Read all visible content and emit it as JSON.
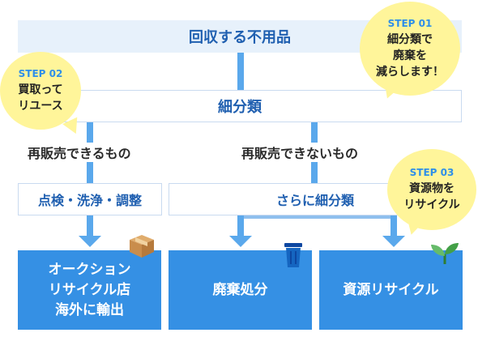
{
  "header": {
    "title": "回収する不用品"
  },
  "sort_bar": {
    "label": "細分類"
  },
  "branch_resale": {
    "label": "再販売できるもの"
  },
  "branch_not_resale": {
    "label": "再販売できないもの"
  },
  "step_resale": {
    "label": "点検・洗浄・調整"
  },
  "step_not_resale": {
    "label": "さらに細分類"
  },
  "outcomes": [
    {
      "line1": "オークション",
      "line2": "リサイクル店",
      "line3": "海外に輸出",
      "icon": "cardboard-box-icon"
    },
    {
      "line1": "廃棄処分",
      "icon": "trash-bin-icon"
    },
    {
      "line1": "資源リサイクル",
      "icon": "sprout-icon"
    }
  ],
  "bubbles": [
    {
      "step": "STEP 01",
      "text": "細分類で\n廃棄を\n減らします！"
    },
    {
      "step": "STEP 02",
      "text": "買取って\nリユース"
    },
    {
      "step": "STEP 03",
      "text": "資源物を\nリサイクル"
    }
  ],
  "colors": {
    "primary": "#1f5fb0",
    "accent_blue": "#3590e4",
    "connector": "#5aa8ec",
    "light_bg": "#e7f1fb",
    "bubble": "#fff59a"
  }
}
